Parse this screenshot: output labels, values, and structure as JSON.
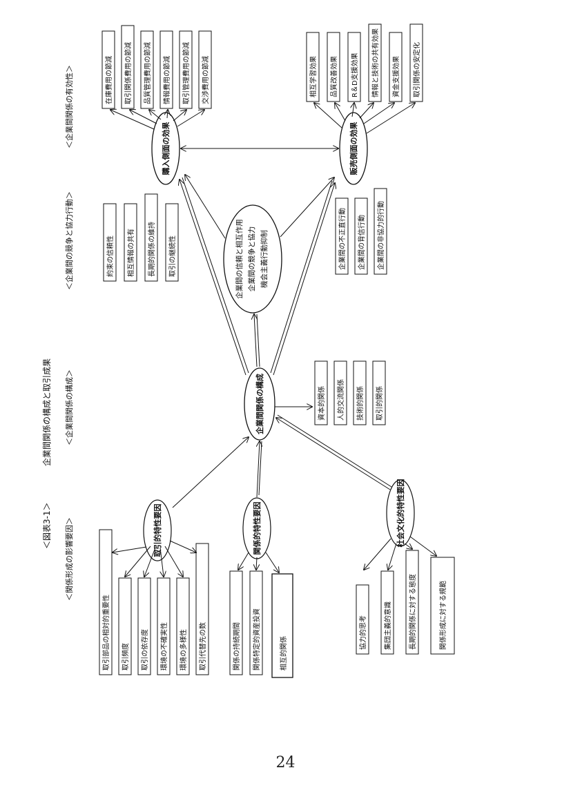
{
  "figure": {
    "label": "＜図表3-1＞",
    "title": "企業間関係の構成と取引成果",
    "headers": [
      "＜関係形成の影響要因＞",
      "＜企業間関係の構成＞",
      "＜企業間の競争と協力行動＞",
      "＜企業間関係の有効性＞"
    ]
  },
  "factors": {
    "transaction": {
      "title": "取引的特性要因",
      "items": [
        "取引部品の相対的重要性",
        "取引頻度",
        "取引の依存度",
        "環境の不確実性",
        "環境の多様性",
        "取引代替先の数"
      ]
    },
    "relational": {
      "title": "関係的特性要因",
      "items": [
        "関係の持続期間",
        "関係特定的資産投資",
        "相互的関係"
      ]
    },
    "cultural": {
      "title": "社会文化的特性要因",
      "items": [
        "協力的思考",
        "集団主義的意識",
        "長期的関係に対する態度",
        "関係形成に対する規範"
      ]
    }
  },
  "structure": {
    "title": "企業間関係の構成",
    "items": [
      "資本的関係",
      "人的交流関係",
      "技術的関係",
      "取引的関係"
    ]
  },
  "behavior": {
    "lines": [
      "企業間の信頼と相互作用",
      "企業間の競争と協力",
      "機会主義行動抑制"
    ],
    "cooperation_items": [
      "約束の信頼性",
      "相互情報の共有",
      "長期的関係の維持",
      "取引の継続性"
    ],
    "opportunism_items": [
      "企業間の不正直行動",
      "企業間の背信行動",
      "企業間の非協力的行動"
    ]
  },
  "effects": {
    "purchase": {
      "title": "購入側面の効果",
      "items": [
        "在庫費用の節減",
        "取引関係費用の節減",
        "品質管理費用の節減",
        "情報費用の節減",
        "取引管理費用の節減",
        "交渉費用の節減"
      ]
    },
    "sales": {
      "title": "販売側面の効果",
      "items": [
        "相互学習効果",
        "品質改善効果",
        "R＆D支援効果",
        "情報と技術の共有効果",
        "資金支援効果",
        "取引関係の安定化"
      ]
    }
  },
  "page_number": "24"
}
